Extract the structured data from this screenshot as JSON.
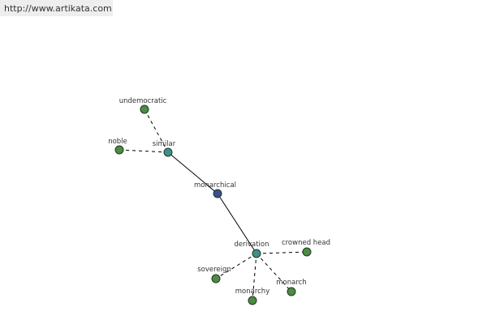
{
  "header": {
    "site_url": "http://www.artikata.com"
  },
  "graph": {
    "nodes": [
      {
        "id": "monarchical",
        "label": "monarchical",
        "kind": "center"
      },
      {
        "id": "similar",
        "label": "similar",
        "kind": "hub"
      },
      {
        "id": "derivation",
        "label": "derivation",
        "kind": "hub"
      },
      {
        "id": "undemocratic",
        "label": "undemocratic",
        "kind": "leaf"
      },
      {
        "id": "noble",
        "label": "noble",
        "kind": "leaf"
      },
      {
        "id": "crowned_head",
        "label": "crowned head",
        "kind": "leaf"
      },
      {
        "id": "sovereign",
        "label": "sovereign",
        "kind": "leaf"
      },
      {
        "id": "monarch",
        "label": "monarch",
        "kind": "leaf"
      },
      {
        "id": "monarchy",
        "label": "monarchy",
        "kind": "leaf"
      }
    ],
    "edges": [
      {
        "from": "monarchical",
        "to": "similar",
        "style": "solid"
      },
      {
        "from": "monarchical",
        "to": "derivation",
        "style": "solid"
      },
      {
        "from": "similar",
        "to": "undemocratic",
        "style": "dashed"
      },
      {
        "from": "similar",
        "to": "noble",
        "style": "dashed"
      },
      {
        "from": "derivation",
        "to": "crowned_head",
        "style": "dashed"
      },
      {
        "from": "derivation",
        "to": "sovereign",
        "style": "dashed"
      },
      {
        "from": "derivation",
        "to": "monarch",
        "style": "dashed"
      },
      {
        "from": "derivation",
        "to": "monarchy",
        "style": "dashed"
      }
    ],
    "colors": {
      "center": "#3a4f94",
      "hub": "#3f8f8a",
      "leaf": "#4f8a46",
      "stroke": "#1e3a1e",
      "edge": "#000000"
    }
  }
}
